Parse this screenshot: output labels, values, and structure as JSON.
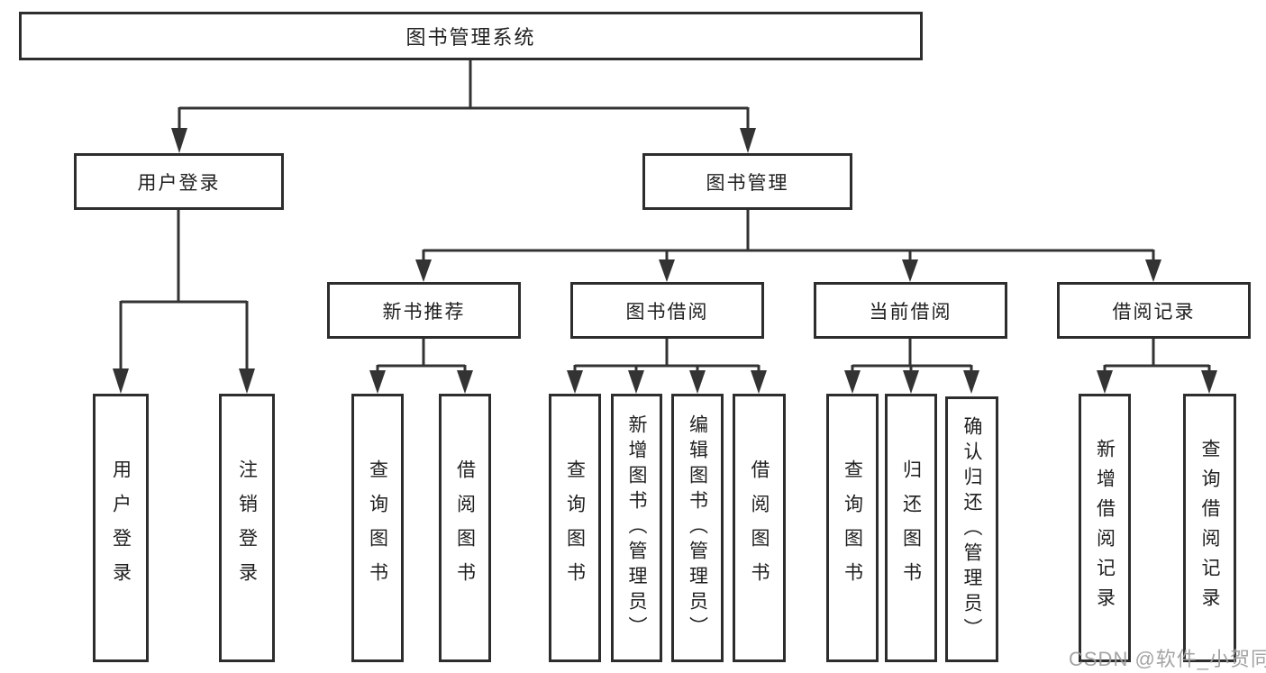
{
  "diagram_title": "图书管理系统",
  "colors": {
    "line": "#333333",
    "node_border": "#2d2d2d",
    "node_fill": "#ffffff",
    "text": "#1f1f1f",
    "watermark": "#9c9c9c",
    "background": "#ffffff"
  },
  "nodes": {
    "root": {
      "label": "图书管理系统"
    },
    "user_login_group": {
      "label": "用户登录"
    },
    "book_mgmt_group": {
      "label": "图书管理"
    },
    "new_book_rec": {
      "label": "新书推荐"
    },
    "book_borrow": {
      "label": "图书借阅"
    },
    "current_borrow": {
      "label": "当前借阅"
    },
    "borrow_records": {
      "label": "借阅记录"
    },
    "ul_user_login": {
      "label": "用户登录"
    },
    "ul_logout": {
      "label": "注销登录"
    },
    "nb_query_books": {
      "label": "查询图书"
    },
    "nb_borrow_books": {
      "label": "借阅图书"
    },
    "bb_query_books": {
      "label": "查询图书"
    },
    "bb_add_books": {
      "label": "新增图书（管理员）"
    },
    "bb_edit_books": {
      "label": "编辑图书（管理员）"
    },
    "bb_borrow_books": {
      "label": "借阅图书"
    },
    "cb_query_books": {
      "label": "查询图书"
    },
    "cb_return_books": {
      "label": "归还图书"
    },
    "cb_confirm_return": {
      "label": "确认归还（管理员）"
    },
    "br_add_record": {
      "label": "新增借阅记录"
    },
    "br_query_record": {
      "label": "查询借阅记录"
    }
  },
  "watermark": {
    "text": "CSDN @软件_小贺同学"
  }
}
